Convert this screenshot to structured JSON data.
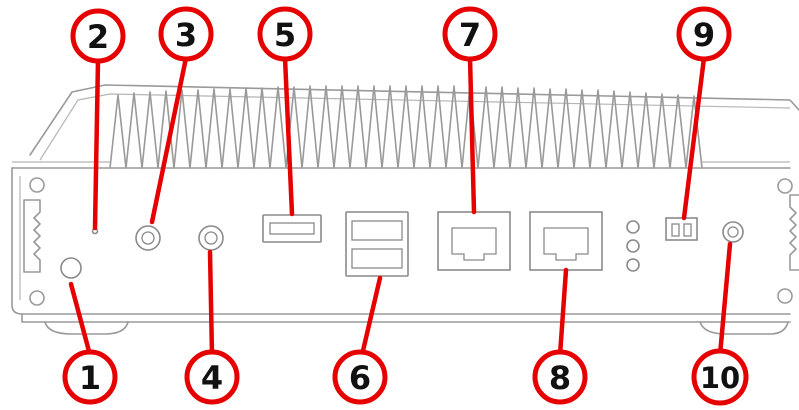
{
  "colors": {
    "callout_fill": "#ffffff",
    "callout_ring": "#e60000",
    "leader": "#e60000",
    "outline": "#9a9a9a",
    "text": "#111111"
  },
  "callouts": [
    {
      "label": "1",
      "target": "round-button"
    },
    {
      "label": "2",
      "target": "pinhole"
    },
    {
      "label": "3",
      "target": "round-jack"
    },
    {
      "label": "4",
      "target": "round-jack"
    },
    {
      "label": "5",
      "target": "single-usb-port"
    },
    {
      "label": "6",
      "target": "dual-usb-ports"
    },
    {
      "label": "7",
      "target": "ethernet-port"
    },
    {
      "label": "8",
      "target": "ethernet-port"
    },
    {
      "label": "9",
      "target": "two-pin-connector"
    },
    {
      "label": "10",
      "target": "dc-jack"
    }
  ]
}
